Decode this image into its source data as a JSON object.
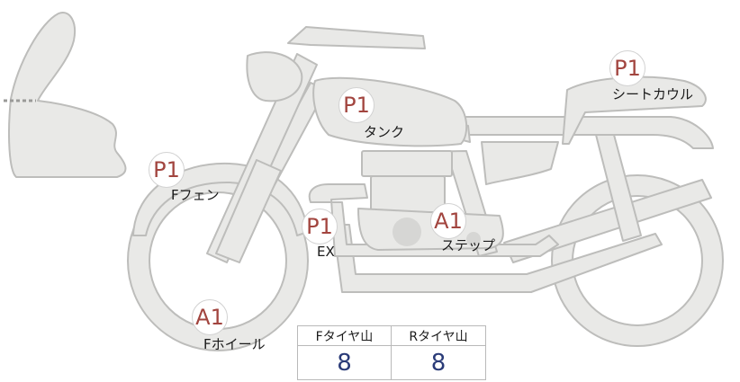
{
  "parts": {
    "seat_cowl": {
      "code": "P1",
      "label": "シートカウル"
    },
    "tank": {
      "code": "P1",
      "label": "タンク"
    },
    "front_fender": {
      "code": "P1",
      "label": "Fフェン"
    },
    "exhaust": {
      "code": "P1",
      "label": "EX"
    },
    "step": {
      "code": "A1",
      "label": "ステップ"
    },
    "front_wheel": {
      "code": "A1",
      "label": "Fホイール"
    }
  },
  "tire_table": {
    "front_header": "Fタイヤ山",
    "rear_header": "Rタイヤ山",
    "front_value": "8",
    "rear_value": "8"
  },
  "colors": {
    "part_fill": "#e9e9e7",
    "part_stroke": "#bdbdbb",
    "badge_text": "#a2453f",
    "value_text": "#2a3b78"
  }
}
